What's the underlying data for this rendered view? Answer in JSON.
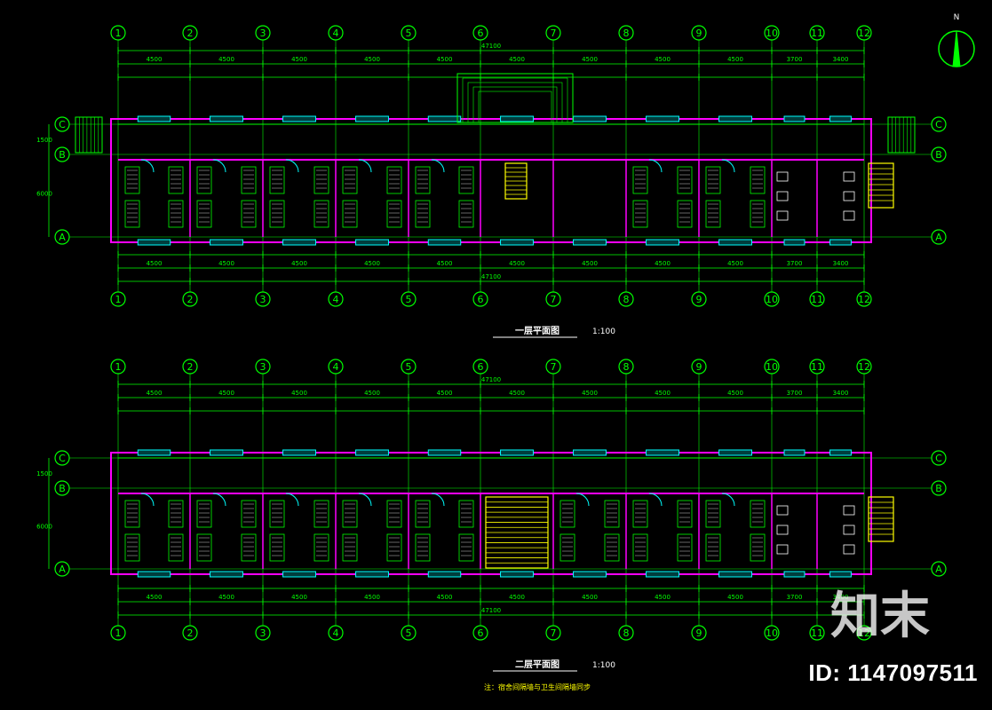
{
  "drawing": {
    "colors": {
      "background": "#000000",
      "grid": "#00ff00",
      "wall": "#ff00ff",
      "window": "#00ffff",
      "stair": "#ffff00",
      "text": "#00ff00",
      "title": "#ffffff"
    },
    "axis_labels_numbers": [
      "1",
      "2",
      "3",
      "4",
      "5",
      "6",
      "7",
      "8",
      "9",
      "10",
      "11",
      "12"
    ],
    "axis_labels_letters": [
      "C",
      "B",
      "A"
    ],
    "north_arrow": "north-icon",
    "plans": [
      {
        "title": "一层平面图",
        "scale": "1:100",
        "total_length": "47100",
        "dims_top": [
          "4500",
          "4500",
          "4500",
          "4500",
          "4500",
          "4500",
          "4500",
          "4500",
          "4500",
          "3700",
          "3400"
        ],
        "dims_bottom": [
          "4500",
          "4500",
          "4500",
          "4500",
          "4500",
          "4500",
          "4500",
          "4500",
          "4500",
          "3700",
          "3400"
        ],
        "dims_left": [
          "1500",
          "6000"
        ]
      },
      {
        "title": "二层平面图",
        "scale": "1:100",
        "total_length": "47100",
        "dims_top": [
          "4500",
          "4500",
          "4500",
          "4500",
          "4500",
          "4500",
          "4500",
          "4500",
          "4500",
          "3700",
          "3400"
        ],
        "dims_bottom": [
          "4500",
          "4500",
          "4500",
          "4500",
          "4500",
          "4500",
          "4500",
          "4500",
          "4500",
          "3700",
          "3400"
        ],
        "dims_left": [
          "1500",
          "6000"
        ],
        "note": "注：宿舍间隔墙与卫生间隔墙同步"
      }
    ]
  },
  "watermark": {
    "logo": "知末",
    "id_text": "ID: 1147097511"
  }
}
